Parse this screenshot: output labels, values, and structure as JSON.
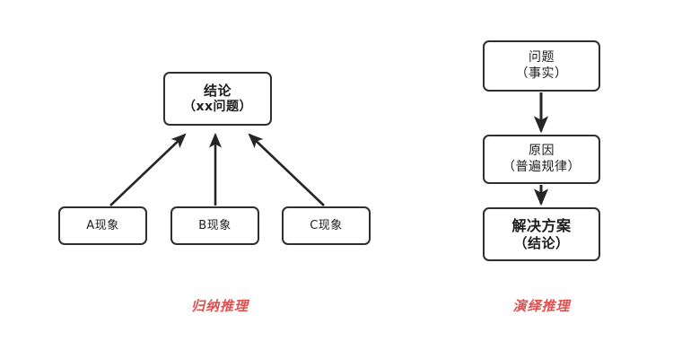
{
  "diagram": {
    "background_color": "#ffffff",
    "box_border_color": "#2f2f2f",
    "arrow_color": "#262626",
    "caption_color": "#e2504e",
    "left_panel": {
      "caption": "归纳推理",
      "conclusion": {
        "line1": "结论",
        "line2": "（xx问题）"
      },
      "premises": [
        {
          "label": "A现象"
        },
        {
          "label": "B现象"
        },
        {
          "label": "C现象"
        }
      ]
    },
    "right_panel": {
      "caption": "演绎推理",
      "steps": [
        {
          "line1": "问题",
          "line2": "（事实）"
        },
        {
          "line1": "原因",
          "line2": "（普遍规律）"
        },
        {
          "line1": "解决方案",
          "line2": "（结论）"
        }
      ]
    }
  }
}
